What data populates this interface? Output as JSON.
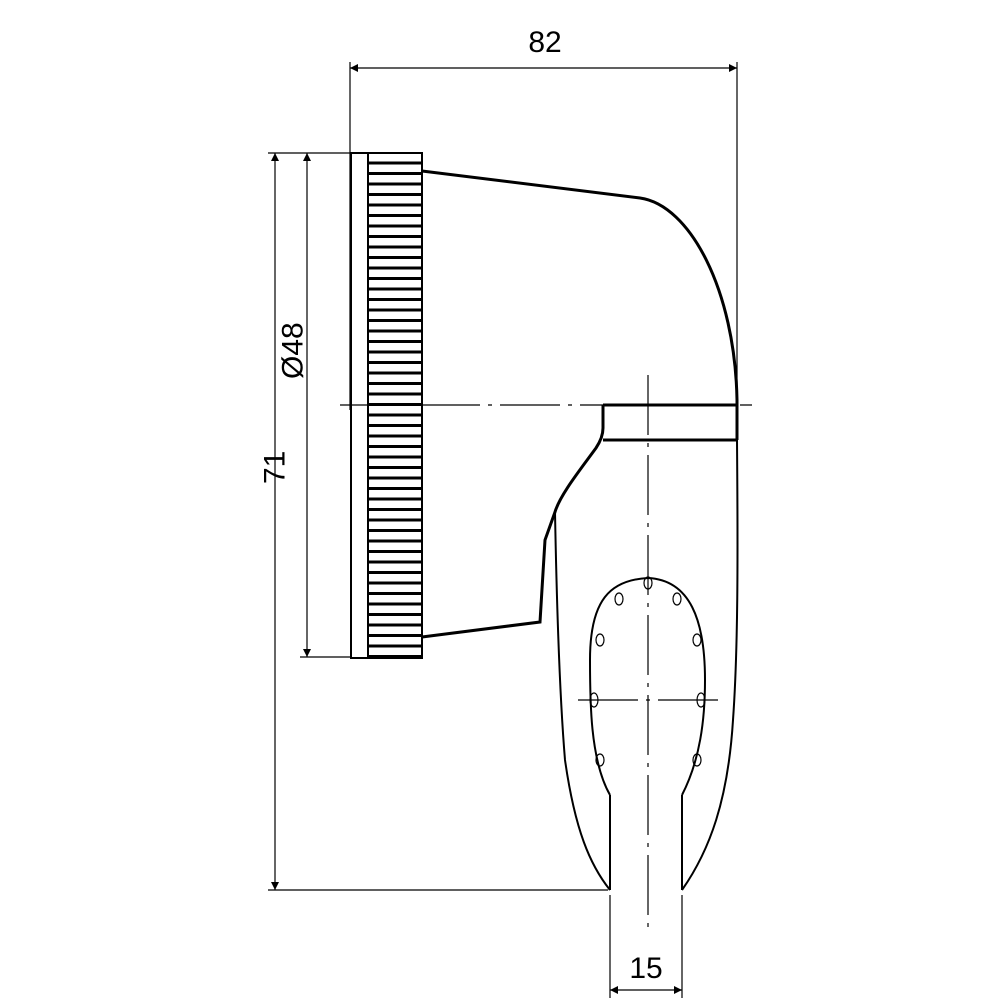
{
  "drawing": {
    "dimensions": {
      "overall_width": "82",
      "overall_height": "71",
      "nut_diameter": "Ø48",
      "slot_width": "15"
    },
    "colors": {
      "line": "#000000",
      "background": "#ffffff"
    }
  }
}
